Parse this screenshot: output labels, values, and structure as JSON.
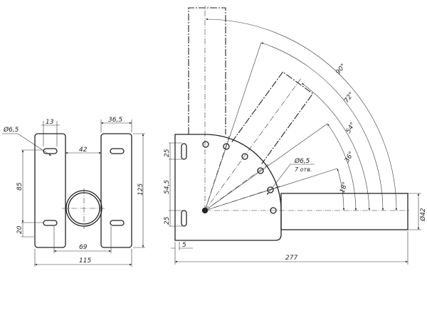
{
  "front_view": {
    "dims": {
      "slot_hole": "Ø6,5",
      "slot_length": "13",
      "plate_width": "36,5",
      "gap": "42",
      "height": "125",
      "hole_spacing": "85",
      "hole_offset": "20",
      "hole_span": "69",
      "total_width": "115"
    }
  },
  "side_view": {
    "dims": {
      "slot_top": "25",
      "slot_spacing": "54,5",
      "slot_bottom": "25",
      "edge": "5",
      "total_length": "277",
      "pipe_dia": "Ø42",
      "hole_dia": "Ø6,5",
      "hole_count": "7 отв."
    },
    "angles": [
      "18°",
      "36°",
      "54°",
      "72°",
      "90°"
    ]
  }
}
